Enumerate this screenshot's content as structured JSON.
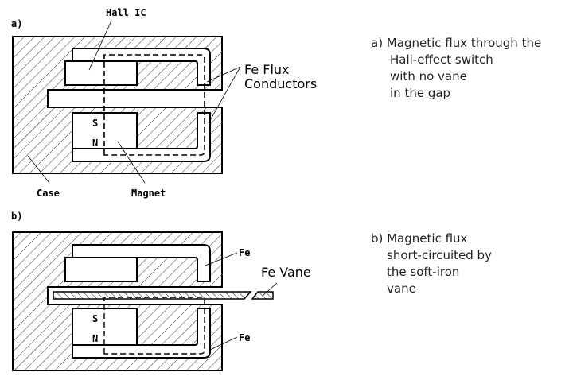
{
  "diagram_a": {
    "tag": "a)",
    "hall_ic": "Hall IC",
    "case": "Case",
    "magnet": "Magnet",
    "pole_s": "S",
    "pole_n": "N",
    "flux_conductors": [
      "Fe Flux",
      "Conductors"
    ]
  },
  "diagram_b": {
    "tag": "b)",
    "fe_top": "Fe",
    "fe_bottom": "Fe",
    "vane": "Fe Vane",
    "pole_s": "S",
    "pole_n": "N"
  },
  "caption_a": [
    "a)  Magnetic flux through the",
    "Hall-effect switch",
    "with no vane",
    "in the gap"
  ],
  "caption_b": [
    "b) Magnetic flux",
    "short-circuited by",
    "the soft-iron",
    "vane"
  ]
}
